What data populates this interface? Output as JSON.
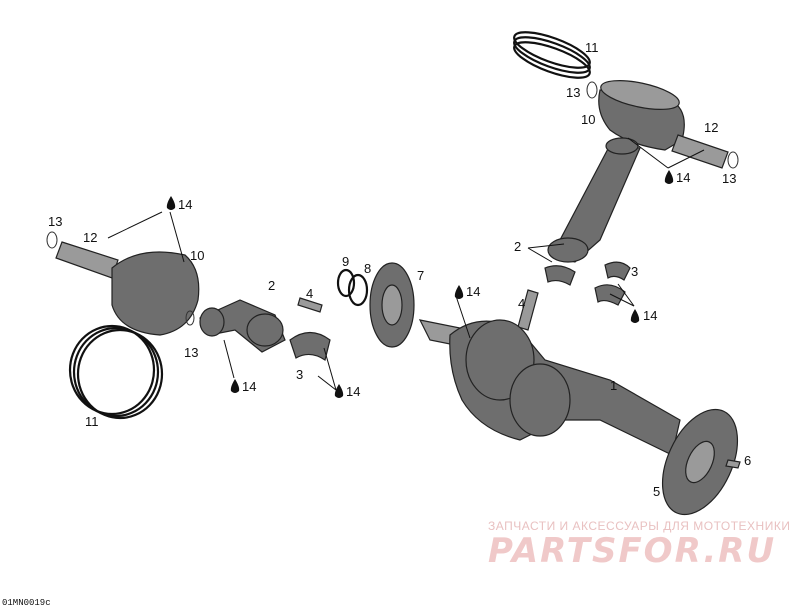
{
  "diagram_code": "01MN0019c",
  "watermark": {
    "tagline": "ЗАПЧАСТИ И АКСЕССУАРЫ ДЛЯ МОТОТЕХНИКИ",
    "logo": "PARTSFOR.RU"
  },
  "callouts": {
    "c1": "1",
    "c2a": "2",
    "c2b": "2",
    "c3a": "3",
    "c3b": "3",
    "c4a": "4",
    "c4b": "4",
    "c5": "5",
    "c6": "6",
    "c7": "7",
    "c8": "8",
    "c9": "9",
    "c10a": "10",
    "c10b": "10",
    "c11a": "11",
    "c11b": "11",
    "c12a": "12",
    "c12b": "12",
    "c13a": "13",
    "c13b": "13",
    "c13c": "13",
    "c13d": "13",
    "c14a": "14",
    "c14b": "14",
    "c14c": "14",
    "c14d": "14",
    "c14e": "14",
    "c14f": "14"
  },
  "icons": [
    "oil-drop-icon"
  ]
}
